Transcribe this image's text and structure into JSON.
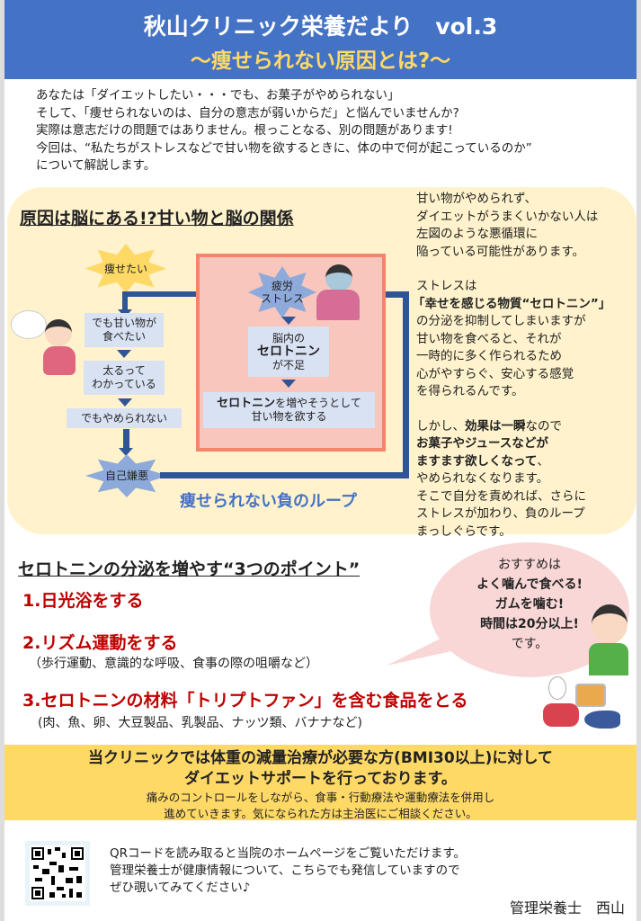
{
  "header": {
    "title": "秋山クリニック栄養だより　vol.3",
    "subtitle": "～痩せられない原因とは?～"
  },
  "intro": [
    "あなたは「ダイエットしたい・・・でも、お菓子がやめられない」",
    "そして、「痩せられないのは、自分の意志が弱いからだ」と悩んでいませんか?",
    "実際は意志だけの問題ではありません。根っことなる、別の問題があります!",
    "今回は、“私たちがストレスなどで甘い物を欲するときに、体の中で何が起こっているのか”",
    "について解説します。"
  ],
  "section1": {
    "title": "原因は脳にある!?甘い物と脳の関係",
    "diagram": {
      "want_thin": "痩せたい",
      "craving_1": "でも甘い物が",
      "craving_2": "食べたい",
      "aware_1": "太るって",
      "aware_2": "わかっている",
      "cant_stop": "でもやめられない",
      "self_hate": "自己嫌悪",
      "stress_1": "疲労",
      "stress_2": "ストレス",
      "lack_1": "脳内の",
      "lack_2": "セロトニン",
      "lack_3": "が不足",
      "seek_1a": "セロトニン",
      "seek_1b": "を増やそうとして",
      "seek_2": "甘い物を欲する",
      "loop_label": "痩せられない負のループ"
    },
    "explain": {
      "p1": [
        "甘い物がやめられず、",
        "ダイエットがうまくいかない人は",
        "左図のような悪循環に",
        "陥っている可能性があります。"
      ],
      "p2_a": "ストレスは",
      "p2_bold": "「幸せを感じる物質“セロトニン”」",
      "p2_rest": [
        "の分泌を抑制してしまいますが",
        "甘い物を食べると、それが",
        "一時的に多く作られるため",
        "心がやすらぐ、安心する感覚",
        "を得られるんです。"
      ],
      "p3_a": "しかし、",
      "p3_bold1": "効果は一瞬",
      "p3_b": "なので",
      "p3_bold2": "お菓子やジュースなどが",
      "p3_bold3": "ますます欲しくなって",
      "p3_c": "、",
      "p3_rest": [
        "やめられなくなります。",
        "そこで自分を責めれば、さらに",
        "ストレスが加わり、負のループ",
        "まっしぐらです。"
      ]
    }
  },
  "section2": {
    "title": "セロトニンの分泌を増やす“3つのポイント”",
    "points": [
      {
        "label": "1.日光浴をする"
      },
      {
        "label": "2.リズム運動をする",
        "sub": "（歩行運動、意識的な呼吸、食事の際の咀嚼など）"
      },
      {
        "label": "3.セロトニンの材料「トリプトファン」を含む食品をとる",
        "sub": "(肉、魚、卵、大豆製品、乳製品、ナッツ類、バナナなど)"
      }
    ],
    "bubble": [
      "おすすめは",
      "よく噛んで食べる!",
      "ガムを噛む!",
      "時間は20分以上!",
      "です。"
    ]
  },
  "notice": {
    "line1": "当クリニックでは体重の減量治療が必要な方(BMI30以上)に対して",
    "line2": "ダイエットサポートを行っております。",
    "line3": "痛みのコントロールをしながら、食事・行動療法や運動療法を併用し",
    "line4": "進めていきます。気になられた方は主治医にご相談ください。"
  },
  "footer": {
    "lines": [
      "QRコードを読み取ると当院のホームページをご覧いただけます。",
      "管理栄養士が健康情報について、こちらでも発信していますので",
      "ぜひ覗いてみてください♪"
    ],
    "signature": "管理栄養士　西山"
  },
  "colors": {
    "header": "#4472c4",
    "accent_yellow": "#ffd966",
    "cream": "#fff2cc",
    "red": "#c00000",
    "arrow": "#2f5597"
  }
}
